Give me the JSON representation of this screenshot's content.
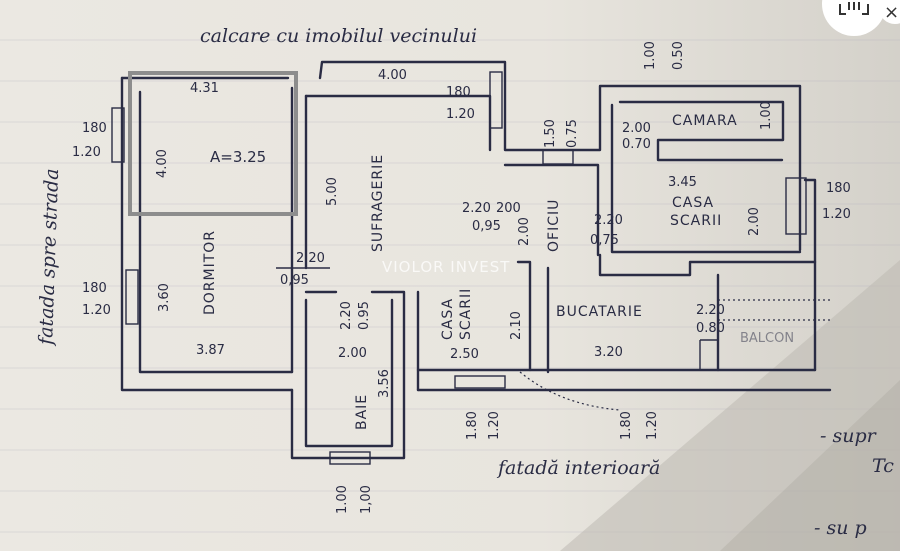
{
  "plan": {
    "top_note": "calcare cu imobilul vecinului",
    "street_note": "fatada spre strada",
    "interior_note": "fatadă interioară",
    "watermark": "VIOLOR INVEST",
    "rooms": {
      "dormitor": "DORMITOR",
      "sufragerie": "SUFRAGERIE",
      "camara": "CAMARA",
      "casa_scarii_top": "CASA",
      "casa_scarii_bottom": "SCARII",
      "oficiu": "OFICIU",
      "casa_scari_center_a": "CASA",
      "casa_scari_center_b": "SCARII",
      "bucatarie": "BUCATARIE",
      "baie": "BAIE",
      "balcon": "BALCON"
    },
    "dims": {
      "d431": "4.31",
      "d400_top": "4.00",
      "d400_left": "4.00",
      "area": "A=3.25",
      "d500": "5.00",
      "d360": "3.60",
      "d387": "3.87",
      "d220_095_a": "2.20",
      "d095_a": "0,95",
      "d180_120_left_a": "180",
      "d120_left_a": "1.20",
      "d180_left_b": "180",
      "d120_left_b": "1.20",
      "d180_top": "180",
      "d120_top": "1.20",
      "d150": "1.50",
      "d075_vert": "0.75",
      "d100_top": "1.00",
      "d050_top": "0.50",
      "d220_200": "2.20",
      "d200_suf": "200",
      "d095_b": "0,95",
      "d200_oficiu": "2.00",
      "d220_oficiu": "2.20",
      "d075_oficiu": "0,75",
      "d345": "3.45",
      "d200_cs": "2.00",
      "d200_camara": "2.00",
      "d070": "0.70",
      "d100_camara": "1.00",
      "d180_right": "180",
      "d120_right": "1.20",
      "d220_baie": "2.20",
      "d095_baie": "0.95",
      "d200_baie": "2.00",
      "d356": "3.56",
      "d210": "2.10",
      "d250": "2.50",
      "d320": "3.20",
      "d220_buc": "2.20",
      "d080": "0.80",
      "d180_bottom_a": "1.80",
      "d120_bottom_a": "1.20",
      "d180_bottom_b": "1.80",
      "d120_bottom_b": "1.20",
      "d100_bottom_a": "1.00",
      "d100_bottom_b": "1,00"
    },
    "margin_notes": {
      "supr_a": "- supr",
      "supr_b": "Tc",
      "supr_c": "- su p"
    }
  },
  "ui": {
    "corner_icon": "qr-scan-icon",
    "corner_close": "×"
  }
}
